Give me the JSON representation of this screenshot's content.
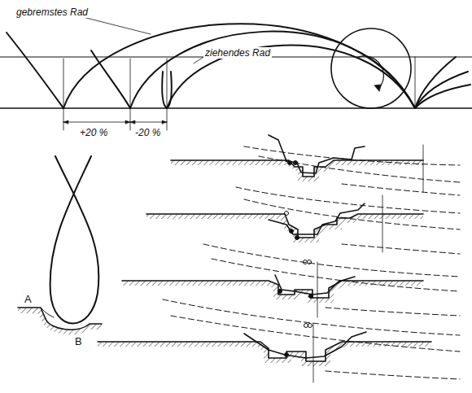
{
  "diagram": {
    "labels": [
      "gebremstes Rad",
      "ziehendes Rad",
      "+20 %",
      "-20 %",
      "A",
      "B"
    ]
  }
}
